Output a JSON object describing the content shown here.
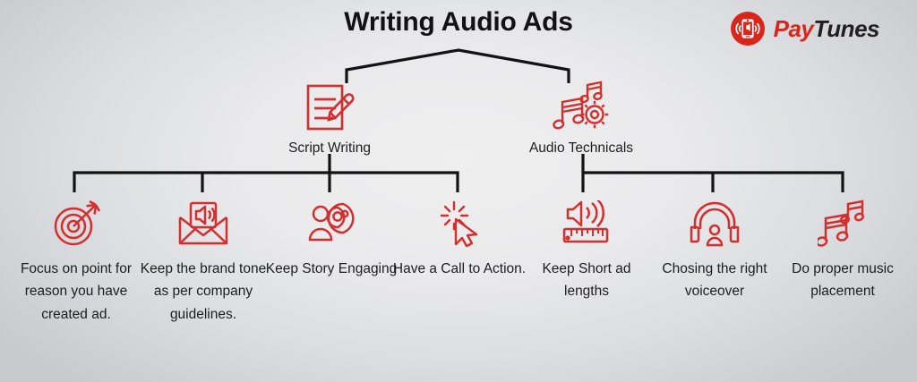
{
  "title": "Writing Audio Ads",
  "logo": {
    "name_part1": "Pay",
    "name_part2": "Tunes",
    "icon": "paytunes-phone-speaker-icon",
    "brand_red": "#d9261c",
    "brand_dark": "#231f20"
  },
  "colors": {
    "icon_red": "#d32f2f",
    "connector_black": "#131313",
    "text_dark": "#1d1d1d",
    "background_center": "#efefef",
    "background_edge": "#c9cacd"
  },
  "branches": [
    {
      "id": "script-writing",
      "label": "Script Writing",
      "icon": "document-pen-icon"
    },
    {
      "id": "audio-technicals",
      "label": "Audio Technicals",
      "icon": "music-note-gear-icon"
    }
  ],
  "leaves": [
    {
      "id": "focus-on-point",
      "label": "Focus on point for reason you have created ad.",
      "icon": "target-arrow-icon",
      "parent": "script-writing"
    },
    {
      "id": "brand-tone",
      "label": "Keep the brand tone as per company guidelines.",
      "icon": "envelope-speaker-icon",
      "parent": "script-writing"
    },
    {
      "id": "story-engaging",
      "label": "Keep Story Engaging",
      "icon": "storyteller-icon",
      "parent": "script-writing"
    },
    {
      "id": "call-to-action",
      "label": "Have a Call to Action.",
      "icon": "cursor-click-icon",
      "parent": "script-writing"
    },
    {
      "id": "short-ad-lengths",
      "label": "Keep Short ad lengths",
      "icon": "speaker-ruler-icon",
      "parent": "audio-technicals"
    },
    {
      "id": "right-voiceover",
      "label": "Chosing the right voiceover",
      "icon": "headphones-person-icon",
      "parent": "audio-technicals"
    },
    {
      "id": "music-placement",
      "label": "Do proper music placement",
      "icon": "music-notes-icon",
      "parent": "audio-technicals"
    }
  ]
}
